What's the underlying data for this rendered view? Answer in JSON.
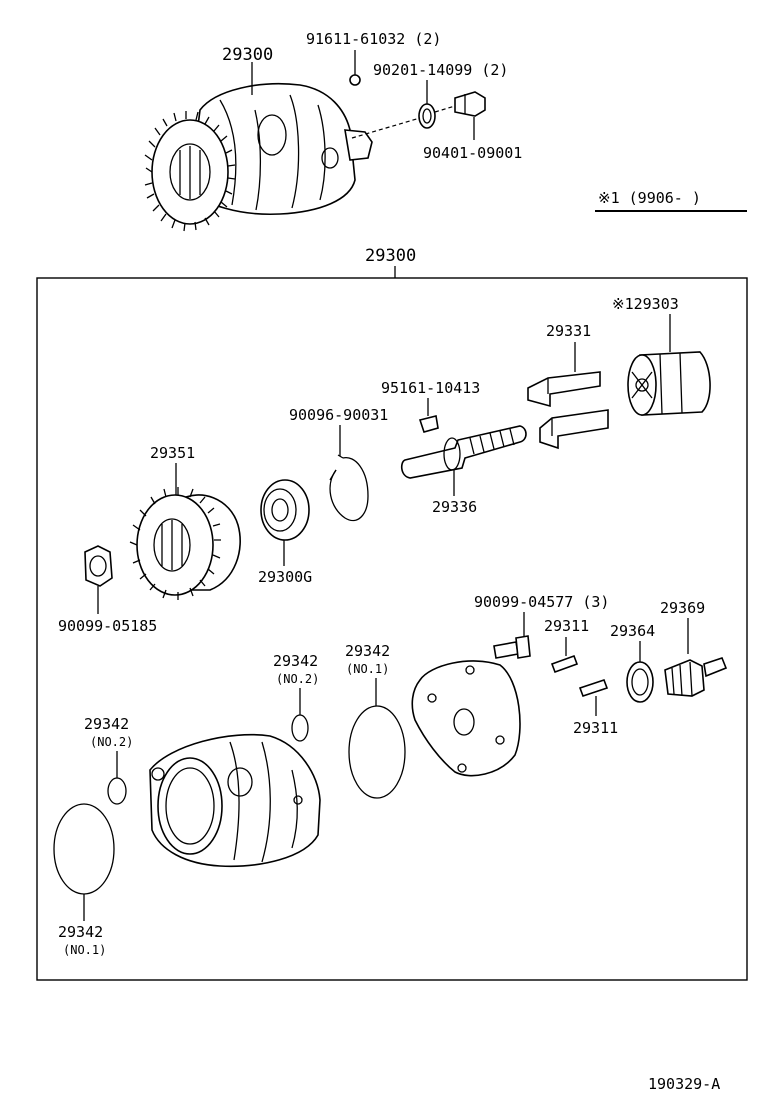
{
  "labels": {
    "assy_top": "29300",
    "bolt_top": "91611-61032 (2)",
    "washer_top": "90201-14099 (2)",
    "stud_top": "90401-09001",
    "note": "※1 (9906-     )",
    "box_title": "29300",
    "commutator": "※129303",
    "brush": "29331",
    "key": "95161-10413",
    "snap_ring": "90096-90031",
    "gear": "29351",
    "shaft": "29336",
    "bearing": "29300G",
    "nut": "90099-05185",
    "screw": "90099-04577 (3)",
    "pin_a": "29311",
    "pin_b": "29311",
    "washer_r": "29364",
    "fitting": "29369",
    "oring_no2_a": "29342",
    "oring_no2_a_sub": "(NO.2)",
    "oring_no1_a": "29342",
    "oring_no1_a_sub": "(NO.1)",
    "oring_no2_b": "29342",
    "oring_no2_b_sub": "(NO.2)",
    "oring_no1_b": "29342",
    "oring_no1_b_sub": "(NO.1)",
    "drawing_id": "190329-A"
  }
}
